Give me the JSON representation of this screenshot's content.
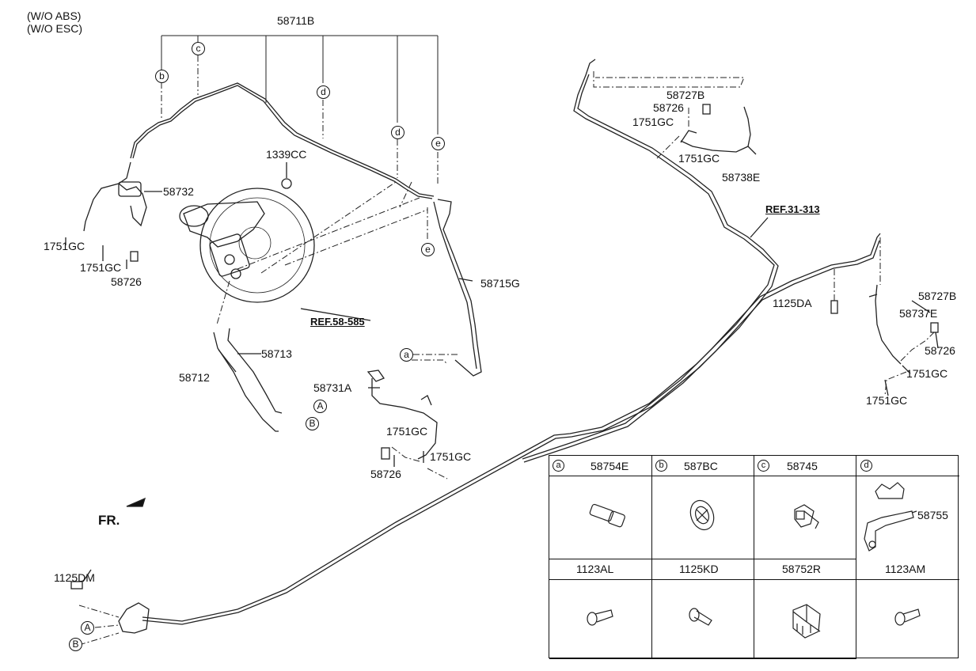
{
  "notes": [
    "(W/O ABS)",
    "(W/O ESC)"
  ],
  "labels": {
    "l58711B": "58711B",
    "l58732": "58732",
    "l1751GC_1": "1751GC",
    "l1751GC_2": "1751GC",
    "l58726_1": "58726",
    "l1339CC": "1339CC",
    "l58715G": "58715G",
    "l58713": "58713",
    "l58712": "58712",
    "l58731A": "58731A",
    "l1751GC_3": "1751GC",
    "l1751GC_4": "1751GC",
    "l58726_2": "58726",
    "l58727B_1": "58727B",
    "l58726_3": "58726",
    "l1751GC_5": "1751GC",
    "l1751GC_6": "1751GC",
    "l58738E": "58738E",
    "l1125DA": "1125DA",
    "l58727B_2": "58727B",
    "l58737E": "58737E",
    "l58726_4": "58726",
    "l1751GC_7": "1751GC",
    "l1751GC_8": "1751GC",
    "l1125DM": "1125DM",
    "fr": "FR."
  },
  "refs": {
    "ref1": "REF.58-585",
    "ref2": "REF.31-313"
  },
  "callouts": {
    "b1": "b",
    "c1": "c",
    "d1": "d",
    "d2": "d",
    "e1": "e",
    "e2": "e",
    "a1": "a",
    "A1": "A",
    "B1": "B",
    "A2": "A",
    "B2": "B"
  },
  "legend": {
    "row1": [
      {
        "letter": "a",
        "part": "58754E"
      },
      {
        "letter": "b",
        "part": "587BC"
      },
      {
        "letter": "c",
        "part": "58745"
      },
      {
        "letter": "d",
        "part": "",
        "sub": "58755"
      }
    ],
    "row2": [
      {
        "part": "1123AL"
      },
      {
        "part": "1125KD"
      },
      {
        "part": "58752R"
      },
      {
        "part": "1123AM"
      }
    ]
  }
}
